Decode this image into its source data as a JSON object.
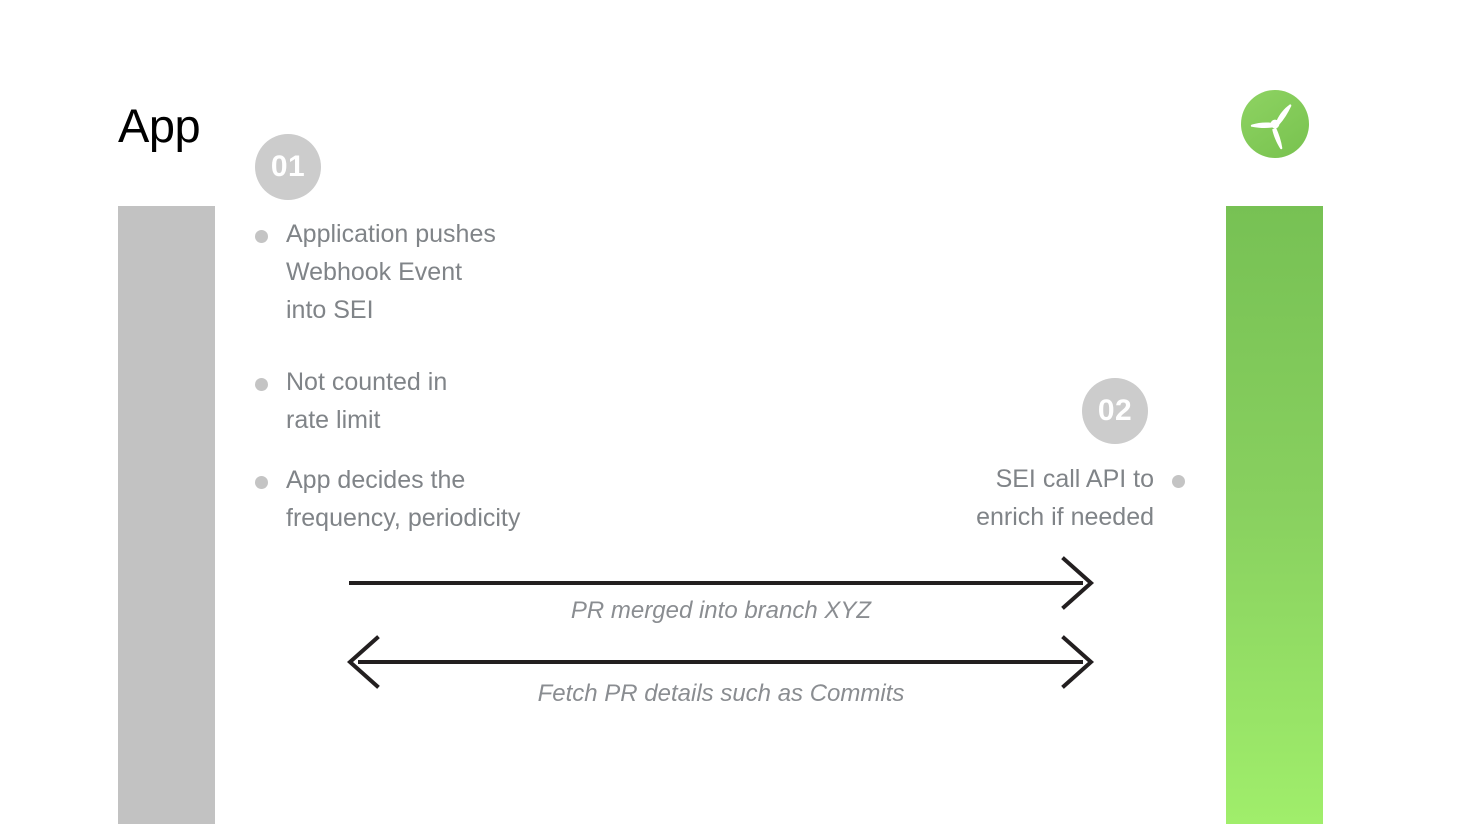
{
  "title_left": "App",
  "brand": {
    "logo_icon": "propeller-logo-icon",
    "accent_top": "#77c154",
    "accent_bottom": "#a0ee6b"
  },
  "lanes": {
    "left": {
      "name": "app-lane",
      "color": "#c2c2c2"
    },
    "right": {
      "name": "sei-lane",
      "color_top": "#77c154",
      "color_bottom": "#a0ee6b"
    }
  },
  "steps": [
    {
      "badge": "01",
      "side": "left",
      "bullets": [
        "Application pushes\nWebhook Event\ninto SEI",
        "Not counted in\nrate limit",
        "App decides the\nfrequency, periodicity"
      ]
    },
    {
      "badge": "02",
      "side": "right",
      "bullets": [
        "SEI call API to\nenrich if needed"
      ]
    }
  ],
  "bullets_left": [
    {
      "line1": "Application pushes",
      "line2": "Webhook Event",
      "line3": "into SEI"
    },
    {
      "line1": "Not counted in",
      "line2": "rate limit",
      "line3": ""
    },
    {
      "line1": "App decides the",
      "line2": "frequency, periodicity",
      "line3": ""
    }
  ],
  "bullets_right": [
    {
      "line1": "SEI call API to",
      "line2": "enrich if needed",
      "line3": ""
    }
  ],
  "arrows": [
    {
      "label": "PR merged into branch XYZ",
      "direction": "right",
      "heads": [
        "right"
      ]
    },
    {
      "label": "Fetch PR details such as Commits",
      "direction": "bidirectional",
      "heads": [
        "left",
        "right"
      ]
    }
  ],
  "arrow_labels": {
    "first": "PR merged into branch XYZ",
    "second": "Fetch PR details such as Commits"
  },
  "colors": {
    "body_text": "#808488",
    "title_text": "#000000",
    "badge_bg": "#cccccc",
    "bullet_dot": "#c4c4c4",
    "arrow_stroke": "#231f20",
    "arrow_label_text": "#8a8d91"
  }
}
